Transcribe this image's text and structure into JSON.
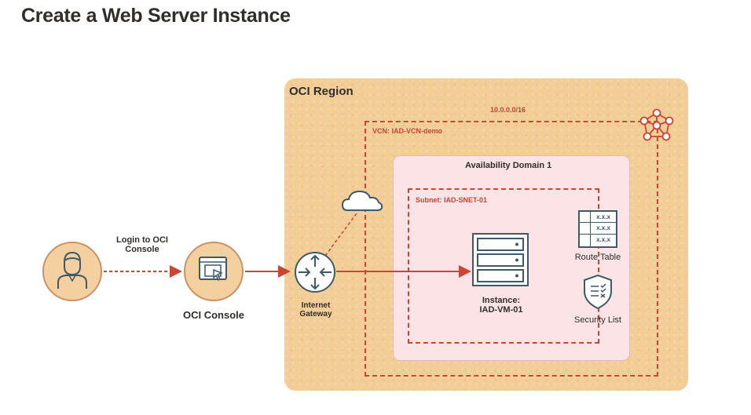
{
  "page": {
    "title": "Create a Web Server Instance"
  },
  "diagram": {
    "region_label": "OCI Region",
    "vcn_cidr": "10.0.0.0/16",
    "vcn_label": "VCN: IAD-VCN-demo",
    "availability_domain_label": "Availability Domain 1",
    "subnet_label": "Subnet: IAD-SNET-01",
    "user_arrow_label_line1": "Login to OCI",
    "user_arrow_label_line2": "Console",
    "console_label": "OCI Console",
    "gateway_label_line1": "Internet",
    "gateway_label_line2": "Gateway",
    "instance_label_line1": "Instance:",
    "instance_label_line2": "IAD-VM-01",
    "route_table_label": "Route Table",
    "route_table_cell": "x.x.x",
    "security_list_label": "Security List",
    "colors": {
      "accent": "#c74634",
      "region_fill": "#f2cd96",
      "ad_fill": "#fbe3e6",
      "icon_stroke": "#3f5966",
      "text": "#312d2a"
    },
    "icons": [
      "user-icon",
      "console-icon",
      "internet-gateway-icon",
      "cloud-icon",
      "server-icon",
      "route-table-icon",
      "security-list-icon",
      "vcn-network-icon"
    ]
  }
}
